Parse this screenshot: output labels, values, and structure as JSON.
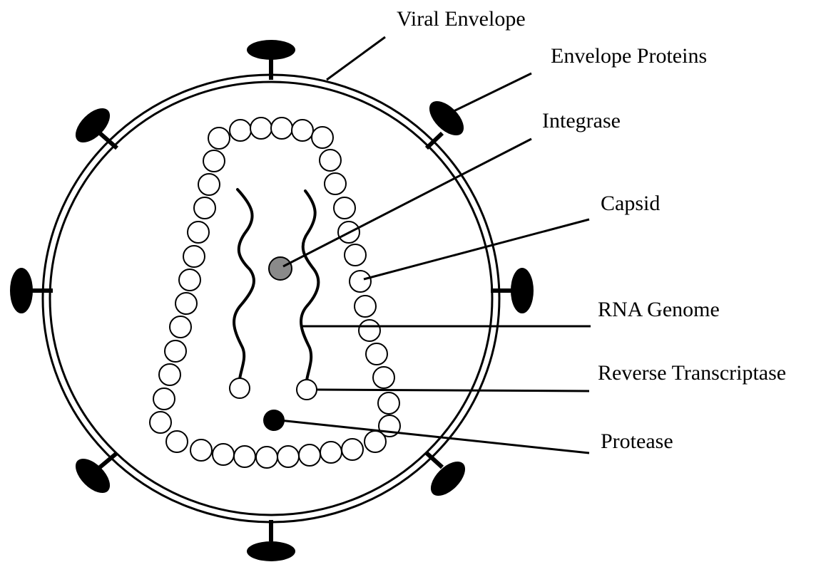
{
  "labels": {
    "viral_envelope": "Viral Envelope",
    "envelope_proteins": "Envelope Proteins",
    "integrase": "Integrase",
    "capsid": "Capsid",
    "rna_genome": "RNA Genome",
    "reverse_transcriptase": "Reverse Transcriptase",
    "protease": "Protease"
  },
  "colors": {
    "line": "#000000",
    "background": "#ffffff",
    "integrase_fill": "#8a8a8a",
    "protease_fill": "#000000"
  }
}
